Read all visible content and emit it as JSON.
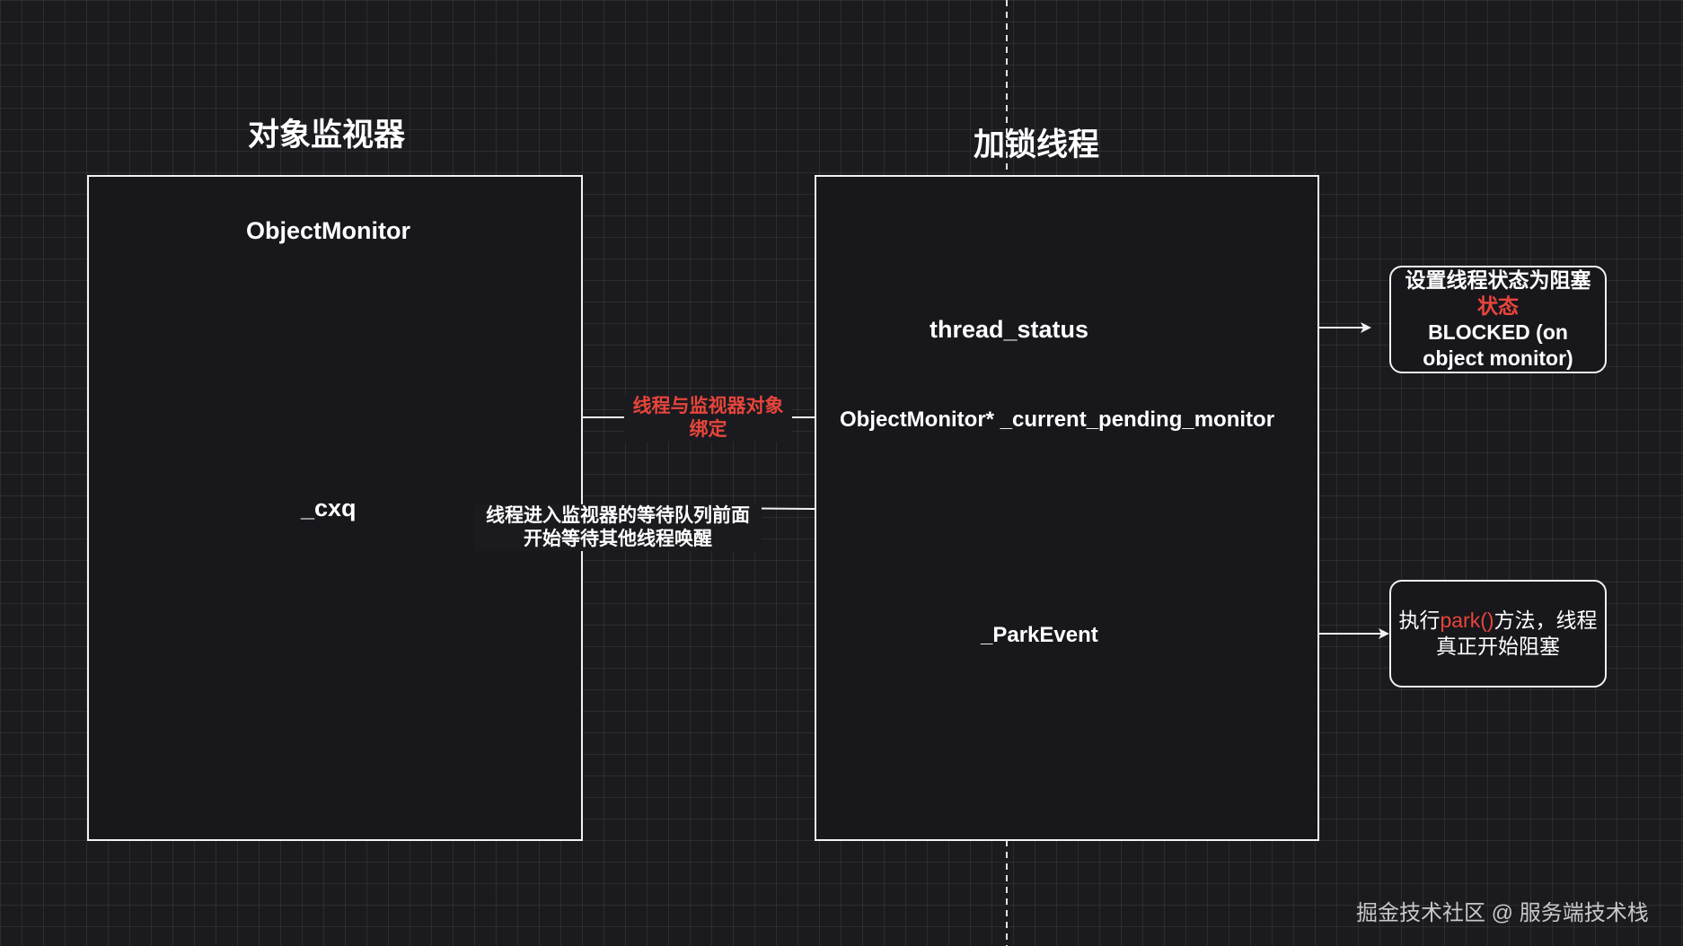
{
  "left_panel": {
    "heading": "对象监视器",
    "title": "ObjectMonitor",
    "field_cxq": "_cxq"
  },
  "right_panel": {
    "heading": "加锁线程",
    "field_status": "thread_status",
    "field_monitor": "ObjectMonitor* _current_pending_monitor",
    "field_park": "_ParkEvent"
  },
  "edges": {
    "bind_label_line1": "线程与监视器对象",
    "bind_label_line2": "绑定",
    "wait_label_line1": "线程进入监视器的等待队列前面",
    "wait_label_line2": "开始等待其他线程唤醒"
  },
  "notes": {
    "blocked": {
      "line1": "设置线程状态为阻塞",
      "line2": "状态",
      "line3": "BLOCKED (on",
      "line4": "object monitor)"
    },
    "park": {
      "part1": "执行",
      "part2": "park()",
      "part3": "方法，线程",
      "line2": "真正开始阻塞"
    }
  },
  "watermark": "掘金技术社区 @ 服务端技术栈",
  "colors": {
    "background": "#1b1b1f",
    "stroke": "#f2f2f2",
    "accent_red": "#e8453c"
  }
}
